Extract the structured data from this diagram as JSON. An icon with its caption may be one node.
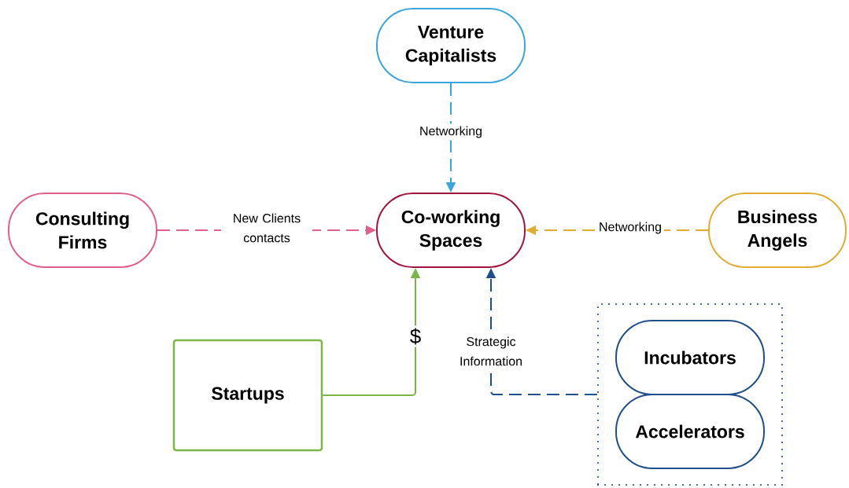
{
  "diagram": {
    "nodes": [
      {
        "text": [
          "Venture Capitalists"
        ]
      },
      {
        "text": [
          "Consulting Firms"
        ]
      },
      {
        "text": [
          "Co-working Spaces"
        ]
      },
      {
        "text": [
          "Business Angels"
        ]
      },
      {
        "text": [
          "Startups"
        ]
      },
      {
        "text": [],
        "shape": "box"
      },
      {
        "text": [
          "Incubators"
        ],
        "in": 5
      },
      {
        "text": [
          "Accelerators"
        ],
        "in": 5
      }
    ],
    "edges": [
      {
        "from": 0,
        "to": 2,
        "arrow": "to",
        "label": "Networking",
        "style": "dashed",
        "color": "#3aa6dd"
      },
      {
        "from": 1,
        "to": 2,
        "arrow": "to",
        "label": "New Clients contacts",
        "style": "dashed",
        "color": "#e0608a"
      },
      {
        "from": 3,
        "to": 2,
        "arrow": "to",
        "label": "Networking",
        "style": "dashed",
        "color": "#e0ad32"
      },
      {
        "from": 4,
        "to": 2,
        "arrow": "to",
        "label": "$",
        "color": "#7ab648"
      },
      {
        "from": 5,
        "to": 2,
        "arrow": "to",
        "label": "Strategic Information",
        "style": "dashed",
        "color": "#1f4e89"
      }
    ]
  }
}
